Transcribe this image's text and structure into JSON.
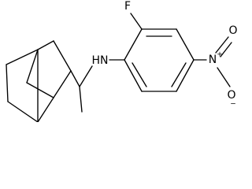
{
  "molecule": {
    "atoms": {
      "fluorine": "F",
      "amine": "HN",
      "nitrogen": "N",
      "oxygen_top": "O",
      "oxygen_bottom": "O",
      "plus_charge": "+",
      "minus_charge": "−"
    },
    "bond_color": "#000000",
    "background": "#ffffff"
  }
}
